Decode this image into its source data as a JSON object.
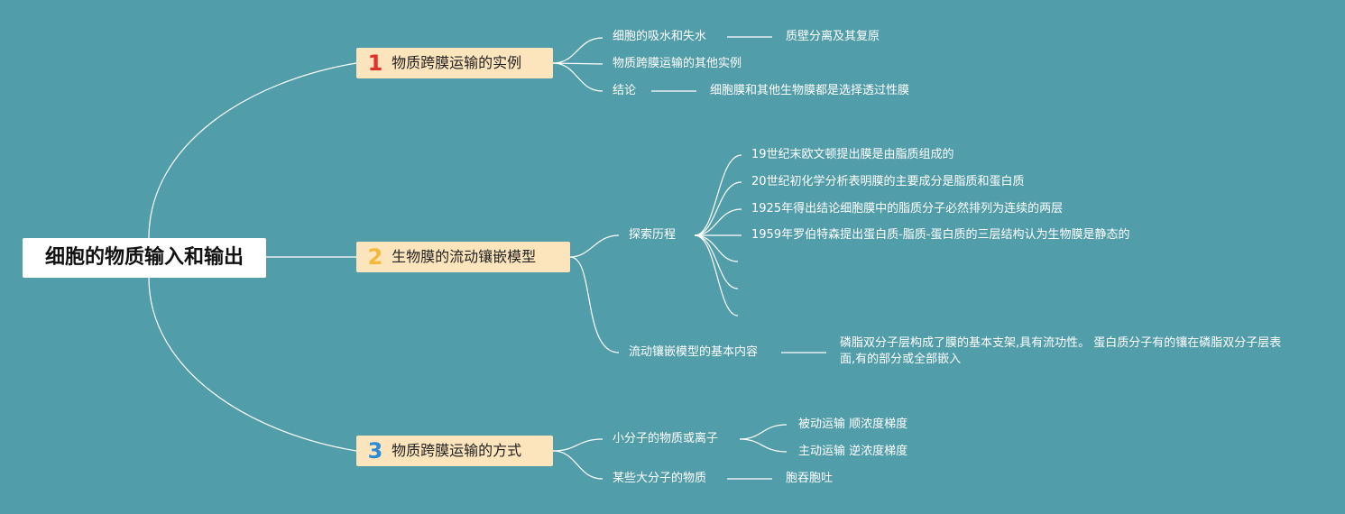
{
  "colors": {
    "background": "#529DAA",
    "branch_fill": "#FCE4BC",
    "root_fill": "#FFFFFF",
    "line": "#FFFFFF",
    "num_1": "#E0312B",
    "num_2": "#F5B93A",
    "num_3": "#2C8BD6"
  },
  "root": {
    "label": "细胞的物质输入和输出"
  },
  "branches": [
    {
      "num": "1",
      "label": "物质跨膜运输的实例",
      "children": [
        {
          "label": "细胞的吸水和失水",
          "detail": "质壁分离及其复原"
        },
        {
          "label": "物质跨膜运输的其他实例"
        },
        {
          "label": "结论",
          "detail": "细胞膜和其他生物膜都是选择透过性膜"
        }
      ]
    },
    {
      "num": "2",
      "label": "生物膜的流动镶嵌模型",
      "children": [
        {
          "label": "探索历程",
          "items": [
            "19世纪末欧文顿提出膜是由脂质组成的",
            "20世纪初化学分析表明膜的主要成分是脂质和蛋白质",
            "1925年得出结论细胞膜中的脂质分子必然排列为连续的两层",
            "1959年罗伯特森提出蛋白质-脂质-蛋白质的三层结构认为生物膜是静态的",
            "",
            "",
            ""
          ]
        },
        {
          "label": "流动镶嵌模型的基本内容",
          "detail": "磷脂双分子层构成了膜的基本支架,具有流功性。 蛋白质分子有的镶在磷脂双分子层表面,有的部分或全部嵌入"
        }
      ]
    },
    {
      "num": "3",
      "label": "物质跨膜运输的方式",
      "children": [
        {
          "label": "小分子的物质或离子",
          "items": [
            "被动运输 顺浓度梯度",
            "主动运输 逆浓度梯度"
          ]
        },
        {
          "label": "某些大分子的物质",
          "detail": "胞吞胞吐"
        }
      ]
    }
  ]
}
